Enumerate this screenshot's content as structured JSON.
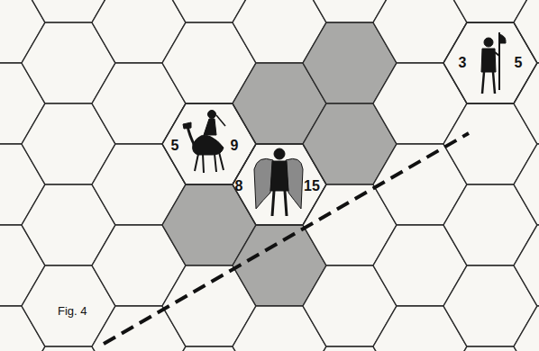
{
  "diagram": {
    "nodes": [
      {
        "text": [
          "5",
          "9"
        ]
      },
      {
        "text": [
          "8",
          "15"
        ]
      },
      {
        "text": [
          "3",
          "5"
        ]
      }
    ],
    "labels": [
      "Fig. 4"
    ]
  }
}
